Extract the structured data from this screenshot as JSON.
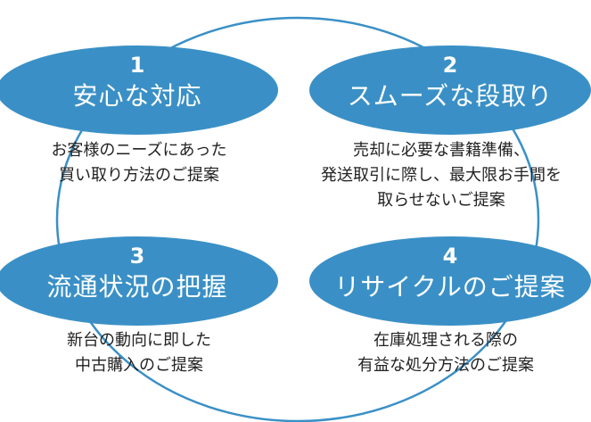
{
  "colors": {
    "accent": "#3a90c6",
    "ring": "#3a90c6",
    "text": "#222222"
  },
  "items": [
    {
      "number": "1",
      "title": "安心な対応",
      "description": [
        "お客様のニーズにあった",
        "買い取り方法のご提案"
      ]
    },
    {
      "number": "2",
      "title": "スムーズな段取り",
      "description": [
        "売却に必要な書籍準備、",
        "発送取引に際し、最大限お手間を",
        "取らせないご提案"
      ]
    },
    {
      "number": "3",
      "title": "流通状況の把握",
      "description": [
        "新台の動向に即した",
        "中古購入のご提案"
      ]
    },
    {
      "number": "4",
      "title": "リサイクルのご提案",
      "description": [
        "在庫処理される際の",
        "有益な処分方法のご提案"
      ]
    }
  ]
}
